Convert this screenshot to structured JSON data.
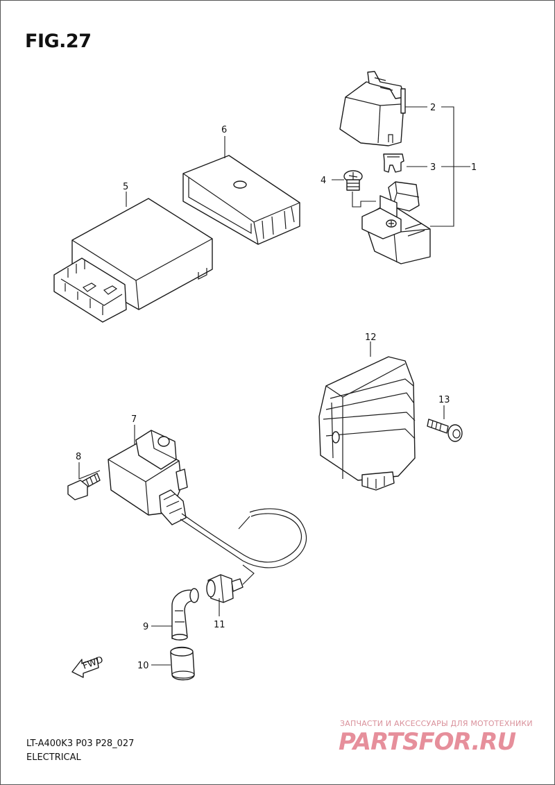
{
  "figure": {
    "title": "FIG.27",
    "model_line": "LT-A400K3 P03 P28_027",
    "section": "ELECTRICAL"
  },
  "callouts": {
    "c1": "1",
    "c2": "2",
    "c3": "3",
    "c4": "4",
    "c5": "5",
    "c6": "6",
    "c7": "7",
    "c8": "8",
    "c9": "9",
    "c10": "10",
    "c11": "11",
    "c12": "12",
    "c13": "13"
  },
  "fwd_marker": "FWD",
  "watermark": {
    "caption": "ЗАПЧАСТИ И АКСЕССУАРЫ ДЛЯ МОТОТЕХНИКИ",
    "logo": "PARTSFOR.RU",
    "logo_color": "#d2354a"
  }
}
